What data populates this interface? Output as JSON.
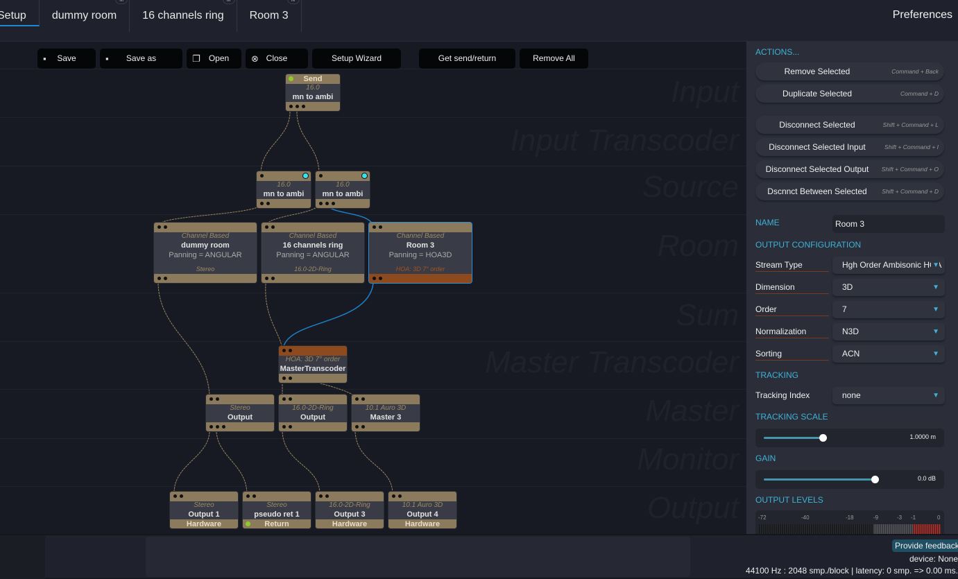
{
  "tabs": [
    {
      "label": "Setup",
      "badge": ""
    },
    {
      "label": "dummy room",
      "badge": "M"
    },
    {
      "label": "16 channels ring",
      "badge": "M"
    },
    {
      "label": "Room 3",
      "badge": "M"
    }
  ],
  "preferences": "Preferences",
  "toolbar": {
    "save": "Save",
    "save_as": "Save as",
    "open": "Open",
    "close": "Close",
    "wizard": "Setup Wizard",
    "get_send_return": "Get send/return",
    "remove_all": "Remove All"
  },
  "lanes": [
    "Input",
    "Input Transcoder",
    "Source",
    "Room",
    "Sum",
    "Master Transcoder",
    "Master",
    "Monitor",
    "Output"
  ],
  "nodes": [
    {
      "header": "Send",
      "sub": "16.0",
      "name": "mn to ambi"
    },
    {
      "header": "",
      "sub": "16.0",
      "name": "mn to ambi"
    },
    {
      "header": "",
      "sub": "16.0",
      "name": "mn to ambi"
    },
    {
      "sub": "Channel Based",
      "name": "dummy room",
      "panning": "Panning = ANGULAR",
      "format": "Stereo"
    },
    {
      "sub": "Channel Based",
      "name": "16 channels ring",
      "panning": "Panning = ANGULAR",
      "format": "16.0-2D-Ring"
    },
    {
      "sub": "Channel Based",
      "name": "Room 3",
      "panning": "Panning = HOA3D",
      "format": "HOA: 3D 7° order"
    },
    {
      "sub": "HOA: 3D 7° order",
      "name": "MasterTranscoder"
    },
    {
      "sub": "Stereo",
      "name": "Output"
    },
    {
      "sub": "16.0-2D-Ring",
      "name": "Output"
    },
    {
      "sub": "10.1 Auro 3D",
      "name": "Master 3"
    },
    {
      "sub": "Stereo",
      "name": "Output 1",
      "footer": "Hardware"
    },
    {
      "sub": "Stereo",
      "name": "pseudo ret 1",
      "footer": "Return"
    },
    {
      "sub": "16.0-2D-Ring",
      "name": "Output 3",
      "footer": "Hardware"
    },
    {
      "sub": "10.1 Auro 3D",
      "name": "Output 4",
      "footer": "Hardware"
    }
  ],
  "panel": {
    "actions_title": "ACTIONS...",
    "actions": [
      {
        "label": "Remove Selected",
        "shortcut": "Command + Back"
      },
      {
        "label": "Duplicate Selected",
        "shortcut": "Command + D"
      },
      {
        "label": "Disconnect Selected",
        "shortcut": "Shift + Command + L"
      },
      {
        "label": "Disconnect Selected Input",
        "shortcut": "Shift + Command + I"
      },
      {
        "label": "Disconnect Selected Output",
        "shortcut": "Shift + Command + O"
      },
      {
        "label": "Dscnnct Between Selected",
        "shortcut": "Shift + Command + D"
      }
    ],
    "name_title": "NAME",
    "name_value": "Room 3",
    "output_config_title": "OUTPUT CONFIGURATION",
    "fields": [
      {
        "label": "Stream Type",
        "value": "Hgh Order Ambisonic HOA"
      },
      {
        "label": "Dimension",
        "value": "3D"
      },
      {
        "label": "Order",
        "value": "7"
      },
      {
        "label": "Normalization",
        "value": "N3D"
      },
      {
        "label": "Sorting",
        "value": "ACN"
      }
    ],
    "tracking_title": "TRACKING",
    "tracking_index_label": "Tracking Index",
    "tracking_index_value": "none",
    "tracking_scale_title": "TRACKING SCALE",
    "tracking_scale_value": "1.0000 m",
    "tracking_scale_fraction": 0.5,
    "gain_title": "GAIN",
    "gain_value": "0.0 dB",
    "gain_fraction": 1.0,
    "output_levels_title": "OUTPUT LEVELS",
    "meter_ticks": [
      "-72",
      "-40",
      "-18",
      "-9",
      "-3",
      "-1",
      "0"
    ]
  },
  "status": {
    "feedback": "Provide feedback",
    "device": "device: None",
    "info": "44100 Hz : 2048 smp./block | latency: 0 smp. => 0.00 ms."
  },
  "colors": {
    "accent": "#3eb2d6",
    "node": "#8b7a5c",
    "hoa": "#8e4a1f",
    "selection": "#2c8fd6"
  }
}
